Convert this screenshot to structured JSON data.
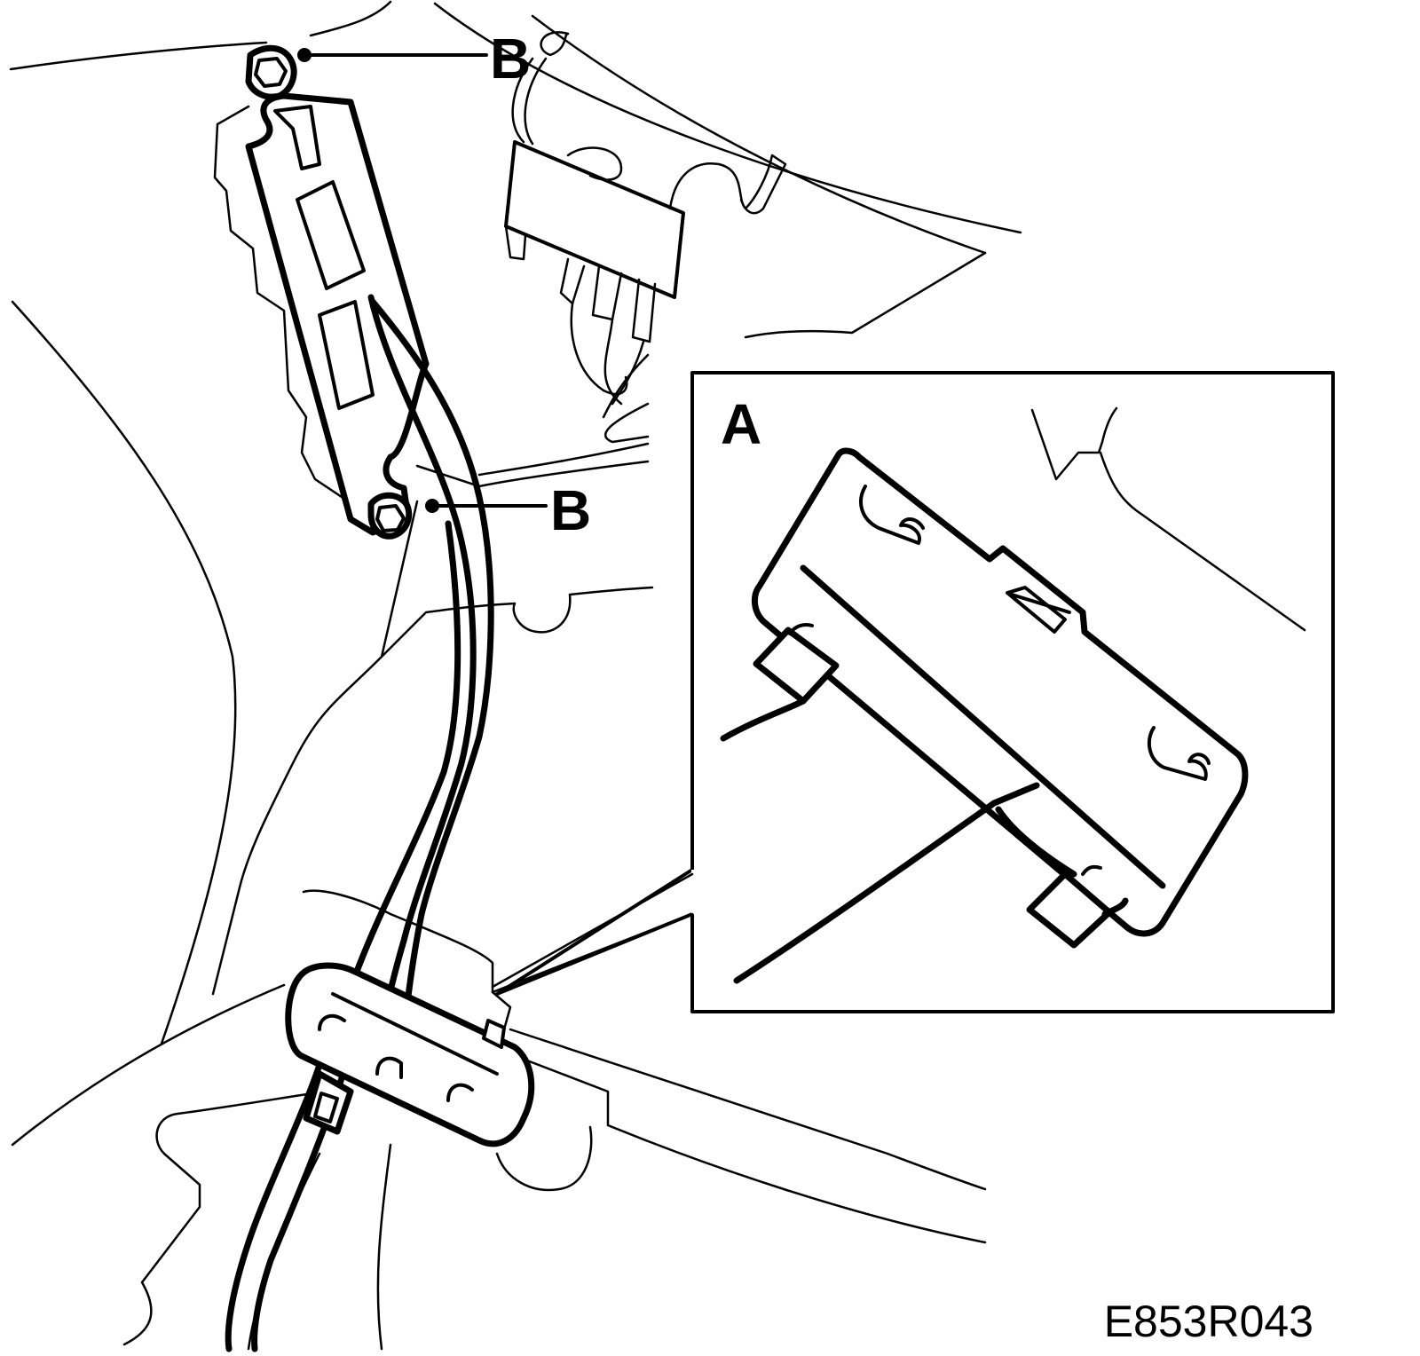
{
  "diagram": {
    "callouts": {
      "detail_label": "A",
      "fastener_label_upper": "B",
      "fastener_label_lower": "B"
    },
    "figure_reference": "E853R043"
  }
}
